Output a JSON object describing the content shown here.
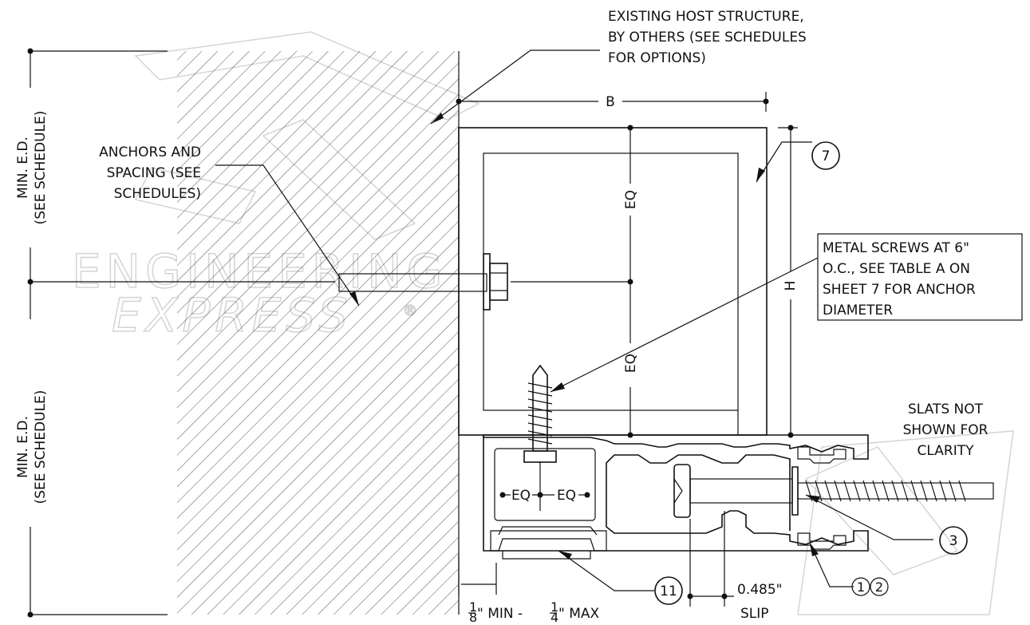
{
  "labels": {
    "host_structure": [
      "EXISTING HOST STRUCTURE,",
      "BY OTHERS (SEE SCHEDULES",
      "FOR OPTIONS)"
    ],
    "anchors": [
      "ANCHORS AND",
      "SPACING (SEE",
      "SCHEDULES)"
    ],
    "metal_screws": [
      "METAL SCREWS AT 6\"",
      "O.C., SEE TABLE A ON",
      "SHEET 7 FOR ANCHOR",
      "DIAMETER"
    ],
    "slats": [
      "SLATS NOT",
      "SHOWN FOR",
      "CLARITY"
    ],
    "min_ed_top": [
      "MIN. E.D.",
      "(SEE SCHEDULE)"
    ],
    "min_ed_bottom": [
      "MIN. E.D.",
      "(SEE SCHEDULE)"
    ],
    "gap_note": "\" MIN - ",
    "gap_max": "\" MAX",
    "slip_value": "0.485\"",
    "slip_label": "SLIP"
  },
  "dimensions": {
    "b": "B",
    "h": "H",
    "eq": "EQ",
    "frac_num": "1",
    "frac_den_min": "8",
    "frac_den_max": "4"
  },
  "callouts": {
    "c7": "7",
    "c3": "3",
    "c11": "11",
    "c1": "1",
    "c2": "2"
  },
  "watermark": {
    "word1": "ENGINEERING",
    "word2": "EXPRESS",
    "mark": "®"
  }
}
